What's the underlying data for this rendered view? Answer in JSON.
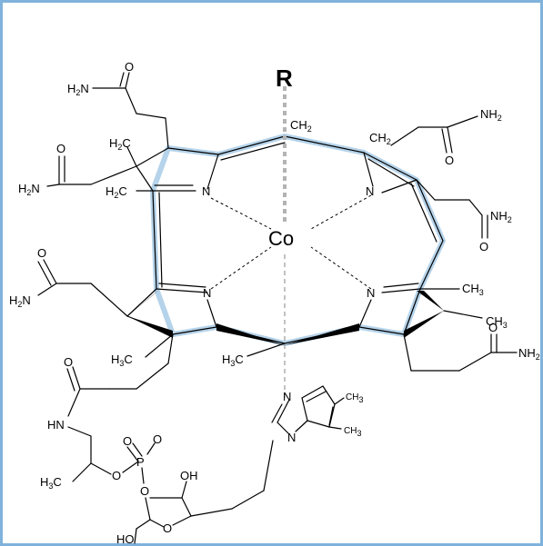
{
  "structure": {
    "axial_ligand": "R",
    "metal": "Co",
    "nitrogen": "N",
    "ch2": "CH",
    "ch3": "CH",
    "h2c": "H",
    "h3c": "H",
    "h2n": "H",
    "nh2": "NH",
    "carbon_symbol": "C",
    "oxygen": "O",
    "sub2": "2",
    "sub3": "3",
    "hn": "HN",
    "phosphorus": "P",
    "oh": "OH",
    "ho": "HO"
  },
  "colors": {
    "frame_border": "#7fb2dc",
    "ring_highlight": "#b5d3ea",
    "axial_bond": "#b3b3b3"
  }
}
